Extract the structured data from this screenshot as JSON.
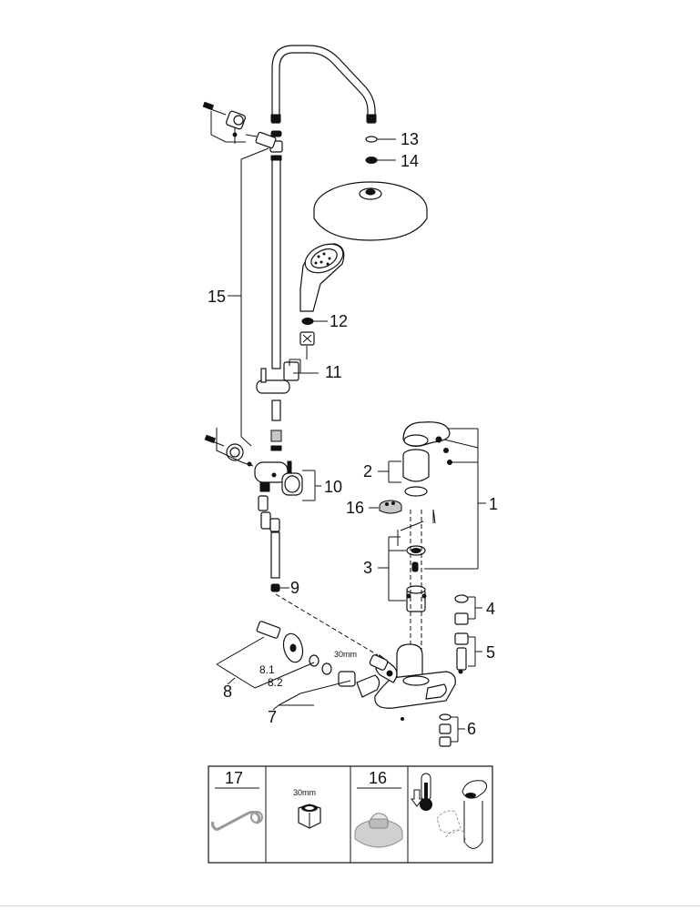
{
  "callouts": {
    "c1": "1",
    "c2": "2",
    "c3": "3",
    "c4": "4",
    "c5": "5",
    "c6": "6",
    "c7": "7",
    "c8": "8",
    "c8_1": "8.1",
    "c8_2": "8.2",
    "c9": "9",
    "c10": "10",
    "c11": "11",
    "c12": "12",
    "c13": "13",
    "c14": "14",
    "c15": "15",
    "c16": "16"
  },
  "nut_size_label": "30mm",
  "legend": {
    "cells": [
      {
        "number": "17",
        "icon": "wrench-icon"
      },
      {
        "text": "30mm",
        "icon": "hex-nut-icon"
      },
      {
        "number": "16",
        "icon": "grease-cap-icon"
      },
      {
        "icon": "temperature-handle-icon"
      }
    ]
  }
}
